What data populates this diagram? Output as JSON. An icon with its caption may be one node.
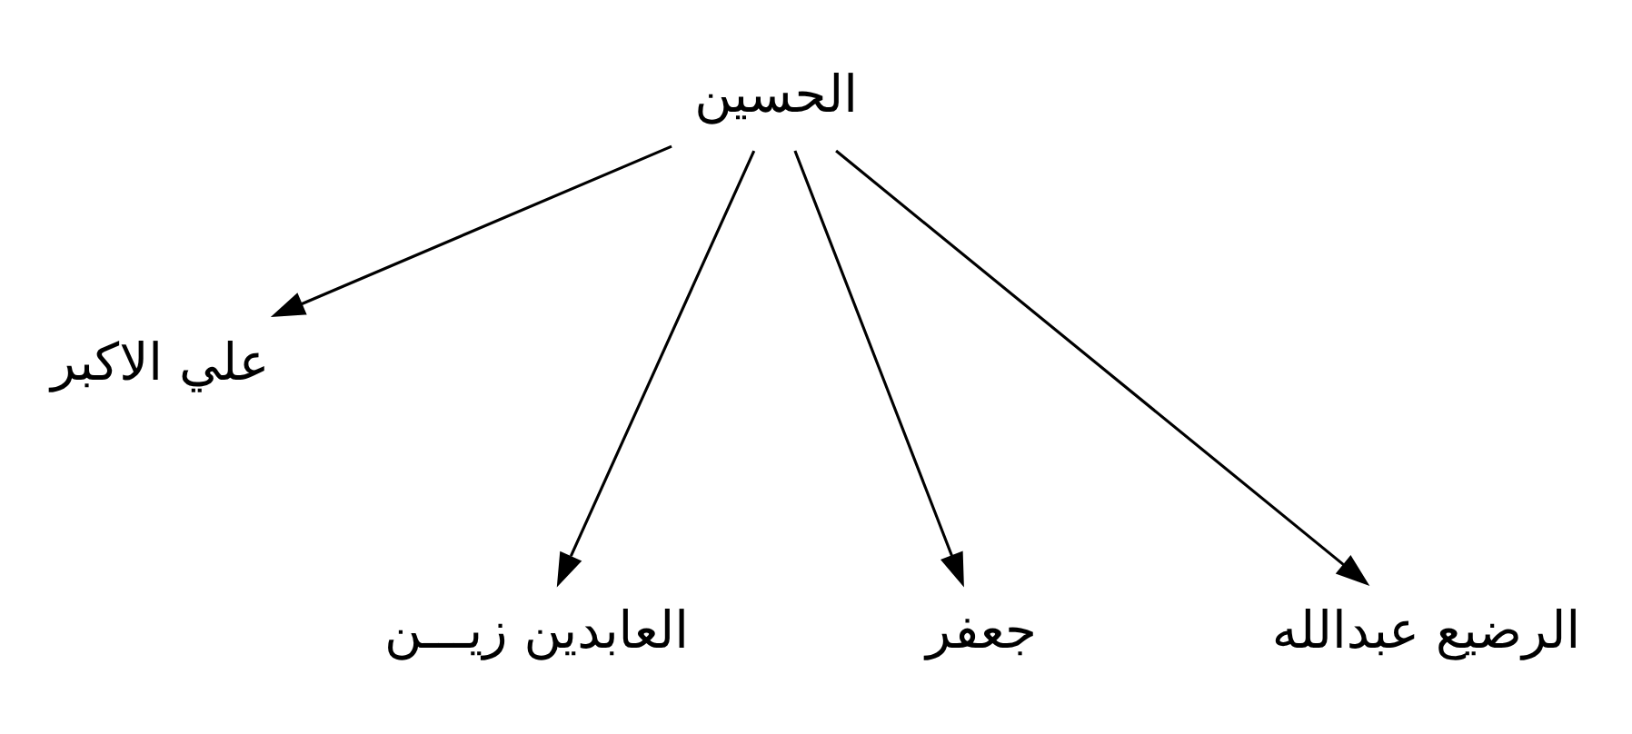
{
  "diagram": {
    "nodes": [
      {
        "text": [
          "الحسين"
        ]
      },
      {
        "text": [
          "علي الاكبر"
        ]
      },
      {
        "text": [
          "العابدين زيـــن"
        ]
      },
      {
        "text": [
          "جعفر"
        ]
      },
      {
        "text": [
          "الرضيع عبدالله"
        ]
      }
    ],
    "edges": [
      {
        "from": 0,
        "to": 1,
        "arrow": "to"
      },
      {
        "from": 0,
        "to": 2,
        "arrow": "to"
      },
      {
        "from": 0,
        "to": 3,
        "arrow": "to"
      },
      {
        "from": 0,
        "to": 4,
        "arrow": "to"
      }
    ]
  }
}
